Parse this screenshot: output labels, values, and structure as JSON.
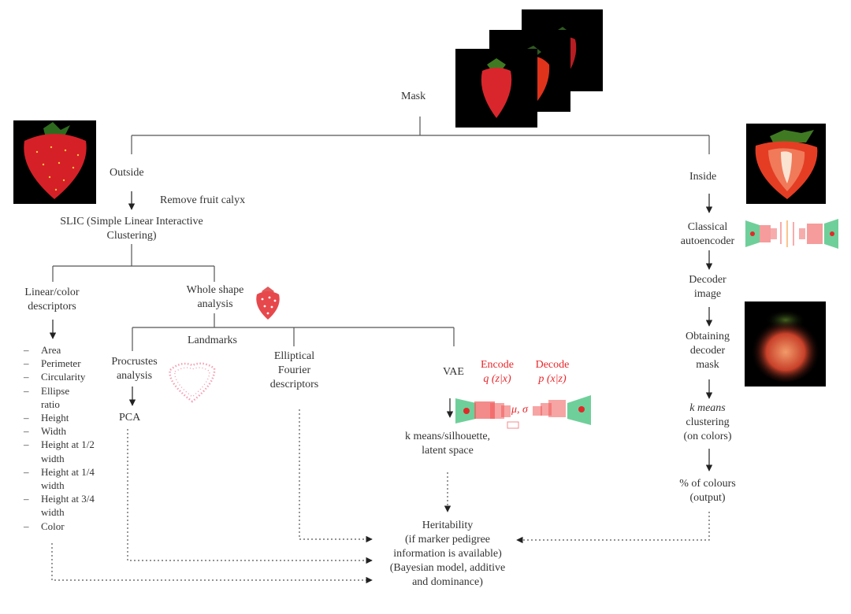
{
  "title": "",
  "nodes": {
    "mask": "Mask",
    "outside": "Outside",
    "remove_calyx": "Remove fruit calyx",
    "slic_line1": "SLIC (Simple Linear Interactive",
    "slic_line2": "Clustering)",
    "linear_line1": "Linear/color",
    "linear_line2": "descriptors",
    "whole_line1": "Whole shape",
    "whole_line2": "analysis",
    "landmarks": "Landmarks",
    "procrustes_line1": "Procrustes",
    "procrustes_line2": "analysis",
    "pca": "PCA",
    "elliptical_line1": "Elliptical",
    "elliptical_line2": "Fourier",
    "elliptical_line3": "descriptors",
    "vae": "VAE",
    "encode": "Encode",
    "encode_formula": "q (z|x)",
    "decode": "Decode",
    "decode_formula": "p (x|z)",
    "mu_sigma": "μ, σ",
    "kmeans_sil_line1": "k means/silhouette,",
    "kmeans_sil_line2": "latent space",
    "inside": "Inside",
    "classical_line1": "Classical",
    "classical_line2": "autoencoder",
    "decoder_line1": "Decoder",
    "decoder_line2": "image",
    "obtaining_line1": "Obtaining",
    "obtaining_line2": "decoder",
    "obtaining_line3": "mask",
    "kmeans_col_line1": "k means",
    "kmeans_col_line2": "clustering",
    "kmeans_col_line3": "(on colors)",
    "pct_line1": "% of colours",
    "pct_line2": "(output)",
    "herit_line1": "Heritability",
    "herit_line2": "(if marker pedigree",
    "herit_line3": "information is available)",
    "herit_line4": "(Bayesian model, additive",
    "herit_line5": "and dominance)"
  },
  "descriptors": [
    "Area",
    "Perimeter",
    "Circularity",
    "Ellipse ratio",
    "Height",
    "Width",
    "Height at 1/2 width",
    "Height at 1/4 width",
    "Height at 3/4 width",
    "Color"
  ],
  "colors": {
    "text": "#333333",
    "accent_red": "#e8262b",
    "network_green": "#6fcf9a",
    "network_red": "#f05a5a",
    "strawberry": "#d8262c",
    "landmark_pink": "#f4a0b4"
  }
}
